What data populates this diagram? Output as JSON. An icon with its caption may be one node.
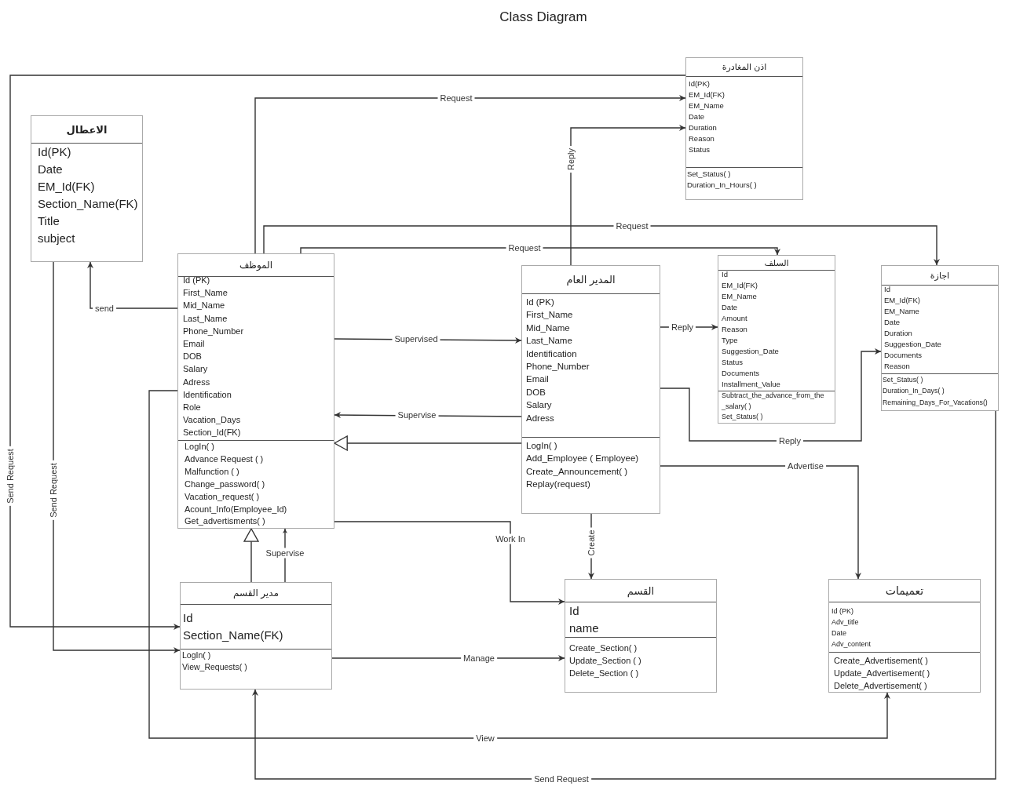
{
  "diagram": {
    "title": "Class Diagram",
    "nodes": [
      {
        "text": [
          "اذن المغادرة"
        ]
      },
      {
        "text": [
          "Id(PK)",
          "EM_Id(FK)",
          "EM_Name",
          "Date",
          "Duration",
          "Reason",
          "Status"
        ],
        "in": 0
      },
      {
        "text": [
          "Set_Status( )",
          "Duration_In_Hours( )"
        ],
        "in": 0
      },
      {
        "text": [
          "الاعطال"
        ]
      },
      {
        "text": [
          "Id(PK)",
          "Date",
          "EM_Id(FK)",
          "Section_Name(FK)",
          "Title",
          "subject"
        ],
        "in": 3
      },
      {
        "text": [
          "الموظف"
        ]
      },
      {
        "text": [
          "Id (PK)",
          "First_Name",
          "Mid_Name",
          "Last_Name",
          "Phone_Number",
          "Email",
          "DOB",
          "Salary",
          "Adress",
          "Identification",
          "Role",
          "Vacation_Days",
          "Section_Id(FK)"
        ],
        "in": 5
      },
      {
        "text": [
          "LogIn( )",
          "Advance Request ( )",
          "Malfunction ( )",
          "Change_password( )",
          "Vacation_request( )",
          "Acount_Info(Employee_Id)",
          "Get_advertisments( )"
        ],
        "in": 5
      },
      {
        "text": [
          "المدير العام"
        ]
      },
      {
        "text": [
          "Id (PK)",
          "First_Name",
          "Mid_Name",
          "Last_Name",
          "Identification",
          "Phone_Number",
          "Email",
          "DOB",
          "Salary",
          "Adress"
        ],
        "in": 8
      },
      {
        "text": [
          "LogIn( )",
          "Add_Employee ( Employee)",
          "Create_Announcement( )",
          "Replay(request)"
        ],
        "in": 8
      },
      {
        "text": [
          "السلف"
        ]
      },
      {
        "text": [
          "Id",
          "EM_Id(FK)",
          "EM_Name",
          "Date",
          "Amount",
          "Reason",
          "Type",
          "Suggestion_Date",
          "Status",
          "Documents",
          "Installment_Value"
        ],
        "in": 11
      },
      {
        "text": [
          "Subtract_the_advance_from_the _salary( )",
          "Set_Status( )"
        ],
        "in": 11
      },
      {
        "text": [
          "اجازة"
        ]
      },
      {
        "text": [
          "Id",
          "EM_Id(FK)",
          "EM_Name",
          "Date",
          "Duration",
          "Suggestion_Date",
          "Documents",
          "Reason"
        ],
        "in": 14
      },
      {
        "text": [
          "Set_Status( )",
          "Duration_In_Days( )",
          "Remaining_Days_For_Vacations()"
        ],
        "in": 14
      },
      {
        "text": [
          "مدير القسم"
        ]
      },
      {
        "text": [
          "Id",
          "Section_Name(FK)"
        ],
        "in": 17
      },
      {
        "text": [
          "LogIn( )",
          "View_Requests(  )"
        ],
        "in": 17
      },
      {
        "text": [
          "القسم"
        ]
      },
      {
        "text": [
          "Id",
          "name"
        ],
        "in": 20
      },
      {
        "text": [
          "Create_Section( )",
          "Update_Section ( )",
          "Delete_Section ( )"
        ],
        "in": 20
      },
      {
        "text": [
          "تعميمات"
        ]
      },
      {
        "text": [
          "Id (PK)",
          "Adv_title",
          "Date",
          "Adv_content"
        ],
        "in": 23
      },
      {
        "text": [
          "Create_Advertisement( )",
          "Update_Advertisement( )",
          "Delete_Advertisement( )"
        ],
        "in": 23
      }
    ],
    "edges": [
      {
        "from": 5,
        "to": 0,
        "arrow": "to",
        "label": "Request"
      },
      {
        "from": 8,
        "to": 0,
        "arrow": "to",
        "label": "Reply"
      },
      {
        "from": 5,
        "to": 14,
        "arrow": "to",
        "label": "Request"
      },
      {
        "from": 5,
        "to": 11,
        "arrow": "to",
        "label": "Request"
      },
      {
        "from": 5,
        "to": 3,
        "arrow": "to",
        "label": "send"
      },
      {
        "from": 5,
        "to": 8,
        "arrow": "to",
        "label": "Supervised"
      },
      {
        "from": 8,
        "to": 5,
        "arrow": "to",
        "label": "Supervise"
      },
      {
        "from": 8,
        "to": 5,
        "arrow": "to"
      },
      {
        "from": 8,
        "to": 11,
        "arrow": "to",
        "label": "Reply"
      },
      {
        "from": 8,
        "to": 14,
        "arrow": "to",
        "label": "Reply"
      },
      {
        "from": 8,
        "to": 23,
        "arrow": "to",
        "label": "Advertise"
      },
      {
        "from": 8,
        "to": 20,
        "arrow": "to",
        "label": "Create"
      },
      {
        "from": 5,
        "to": 20,
        "arrow": "to",
        "label": "Work In"
      },
      {
        "from": 17,
        "to": 5,
        "arrow": "to"
      },
      {
        "from": 17,
        "to": 5,
        "arrow": "to",
        "label": "Supervise"
      },
      {
        "from": 17,
        "to": 20,
        "arrow": "to",
        "label": "Manage"
      },
      {
        "from": 0,
        "to": 17,
        "arrow": "to",
        "label": "Send Request"
      },
      {
        "from": 3,
        "to": 17,
        "arrow": "to",
        "label": "Send Request"
      },
      {
        "from": 5,
        "to": 23,
        "arrow": "to",
        "label": "View"
      },
      {
        "from": 14,
        "to": 17,
        "arrow": "to",
        "label": "Send Request"
      }
    ]
  }
}
